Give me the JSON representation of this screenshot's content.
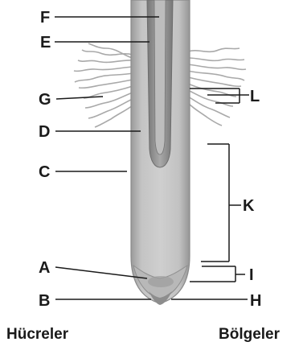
{
  "labels": {
    "F": "F",
    "E": "E",
    "G": "G",
    "D": "D",
    "C": "C",
    "A": "A",
    "B": "B",
    "L": "L",
    "K": "K",
    "I": "I",
    "H": "H"
  },
  "captions": {
    "left": "Hücreler",
    "right": "Bölgeler"
  }
}
